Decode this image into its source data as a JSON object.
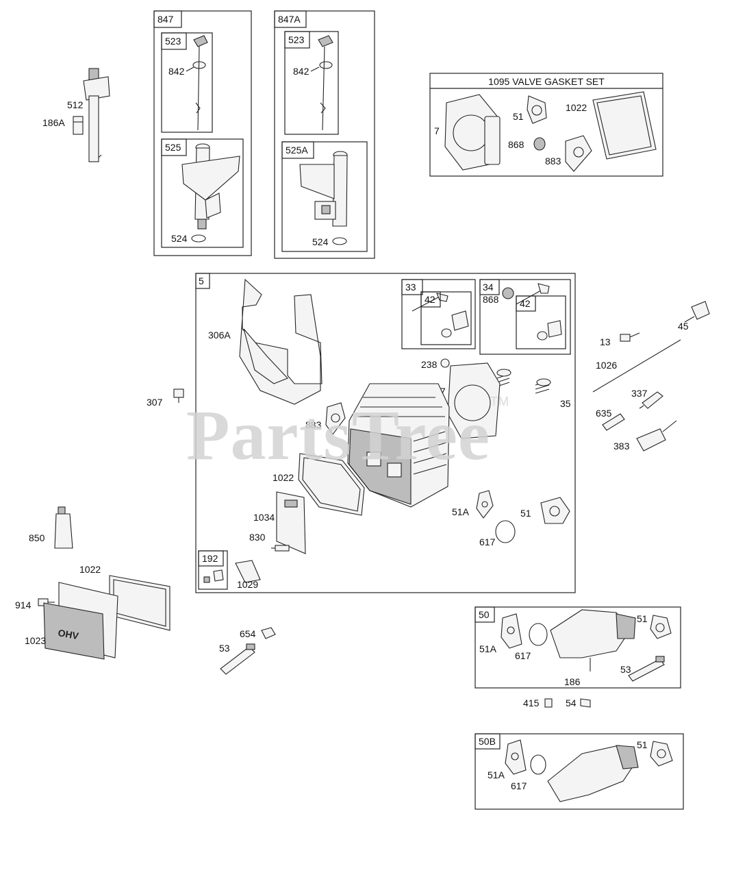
{
  "watermark": {
    "text": "PartsTree",
    "tm": "TM"
  },
  "boxes": {
    "b847": "847",
    "b847_523": "523",
    "b847_525": "525",
    "b847A": "847A",
    "b847A_523": "523",
    "b847A_525A": "525A",
    "b1095": "1095 VALVE GASKET SET",
    "b5": "5",
    "b33": "33",
    "b33_42": "42",
    "b34": "34",
    "b34_42": "42",
    "b192": "192",
    "b50": "50",
    "b50B": "50B"
  },
  "labels": {
    "l512": "512",
    "l186A": "186A",
    "l842a": "842",
    "l524a": "524",
    "l842b": "842",
    "l524b": "524",
    "l7a": "7",
    "l51a": "51",
    "l1022a": "1022",
    "l868a": "868",
    "l883a": "883",
    "l306A": "306A",
    "l307": "307",
    "l883b": "883",
    "l1022b": "1022",
    "l1034": "1034",
    "l830": "830",
    "l1029": "1029",
    "l868b": "868",
    "l238": "238",
    "l36": "36",
    "l7b": "7",
    "l35": "35",
    "l51Ab": "51A",
    "l51b": "51",
    "l617b": "617",
    "l13": "13",
    "l45": "45",
    "l1026": "1026",
    "l337": "337",
    "l635": "635",
    "l383": "383",
    "l850": "850",
    "l1022c": "1022",
    "l914": "914",
    "l1023": "1023",
    "l654": "654",
    "l53a": "53",
    "l51Ac": "51A",
    "l617c": "617",
    "l51c": "51",
    "l186": "186",
    "l53b": "53",
    "l415": "415",
    "l54": "54",
    "l51Ad": "51A",
    "l617d": "617",
    "l51d": "51"
  },
  "icons": [
    "dipstick-icon",
    "gasket-icon",
    "cylinder-head-icon",
    "valve-icon",
    "spring-icon",
    "intake-manifold-icon",
    "valve-cover-icon",
    "sealant-tube-icon",
    "bolt-icon",
    "spark-plug-icon",
    "o-ring-icon",
    "air-guide-icon"
  ]
}
